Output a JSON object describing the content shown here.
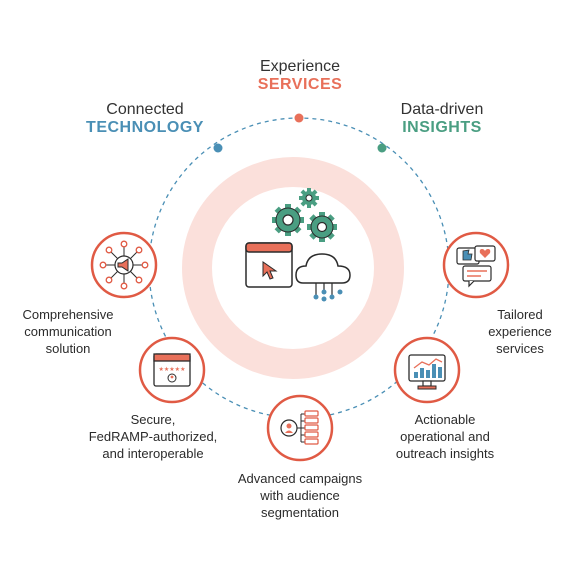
{
  "headers": {
    "services": {
      "line1": "Experience",
      "line2": "SERVICES"
    },
    "technology": {
      "line1": "Connected",
      "line2": "TECHNOLOGY"
    },
    "insights": {
      "line1": "Data-driven",
      "line2": "INSIGHTS"
    }
  },
  "features": {
    "communication": {
      "lines": [
        "Comprehensive",
        "communication",
        "solution"
      ]
    },
    "secure": {
      "lines": [
        "Secure,",
        "FedRAMP-authorized,",
        "and interoperable"
      ]
    },
    "campaigns": {
      "lines": [
        "Advanced campaigns",
        "with audience",
        "segmentation"
      ]
    },
    "insights": {
      "lines": [
        "Actionable",
        "operational and",
        "outreach insights"
      ]
    },
    "tailored": {
      "lines": [
        "Tailored",
        "experience",
        "services"
      ]
    }
  },
  "colors": {
    "services": "#e8705a",
    "technology": "#4a8fb5",
    "insights": "#4a9e82",
    "ring": "#fbe0db",
    "node_border": "#e05a44",
    "dash": "#4a8fb5"
  },
  "icons": {
    "center": "gears-cursor-cloud-icon",
    "communication": "megaphone-network-icon",
    "secure": "rated-browser-icon",
    "campaigns": "audience-segmentation-icon",
    "insights": "analytics-monitor-icon",
    "tailored": "feedback-chat-icon"
  }
}
